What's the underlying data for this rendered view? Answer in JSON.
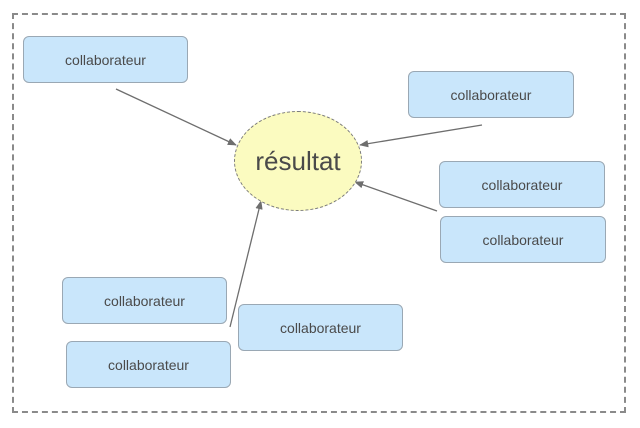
{
  "diagram": {
    "center": {
      "label": "résultat",
      "fill": "#fbfbc0"
    },
    "nodes": [
      {
        "id": "n1",
        "label": "collaborateur"
      },
      {
        "id": "n2",
        "label": "collaborateur"
      },
      {
        "id": "n3",
        "label": "collaborateur"
      },
      {
        "id": "n4",
        "label": "collaborateur"
      },
      {
        "id": "n5",
        "label": "collaborateur"
      },
      {
        "id": "n6",
        "label": "collaborateur"
      },
      {
        "id": "n7",
        "label": "collaborateur"
      }
    ],
    "edges": [
      {
        "from": "n1",
        "to": "center"
      },
      {
        "from": "n2",
        "to": "center"
      },
      {
        "from": "n3",
        "to": "center"
      },
      {
        "from": "n5",
        "to": "center"
      }
    ],
    "node_fill": "#c9e6fb",
    "edge_color": "#6e6e6e"
  }
}
